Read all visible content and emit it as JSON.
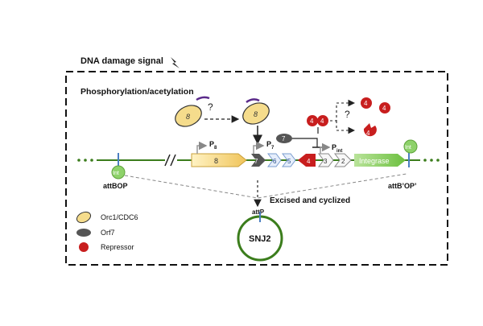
{
  "title": "DNA damage signal",
  "modification_label": "Phosphorylation/acetylation",
  "question_mark": "?",
  "labels": {
    "left_att": "attBOP",
    "right_att": "attB’OP’",
    "attp": "attP",
    "excised": "Excised and cyclized",
    "circle": "SNJ2"
  },
  "promoters": {
    "p8_main": "P",
    "p8_sub": "8",
    "p7_main": "P",
    "p7_sub": "7",
    "pint_main": "P",
    "pint_sub": "int"
  },
  "genes": {
    "gene8": "8",
    "gene7": "7",
    "gene6": "6",
    "gene5": "5",
    "gene4": "4",
    "gene3": "3",
    "gene2": "2",
    "integrase": "Integrase"
  },
  "proteins": {
    "orc_label": "8",
    "orf7_label": "7",
    "repressor_label": "4",
    "int_label": "Int"
  },
  "legend": [
    {
      "label": "Orc1/CDC6",
      "shape": "ellipse",
      "color": "#f5dc8c"
    },
    {
      "label": "Orf7",
      "shape": "ellipse",
      "color": "#555555"
    },
    {
      "label": "Repressor",
      "shape": "circle",
      "color": "#c81e1e"
    }
  ],
  "colors": {
    "dna": "#3b7d1c",
    "int_green": "#8ed26a",
    "orc_fill": "#f5dc8c",
    "repressor": "#c81e1e",
    "orf7": "#555555",
    "site_blue": "#4a7fc1"
  }
}
